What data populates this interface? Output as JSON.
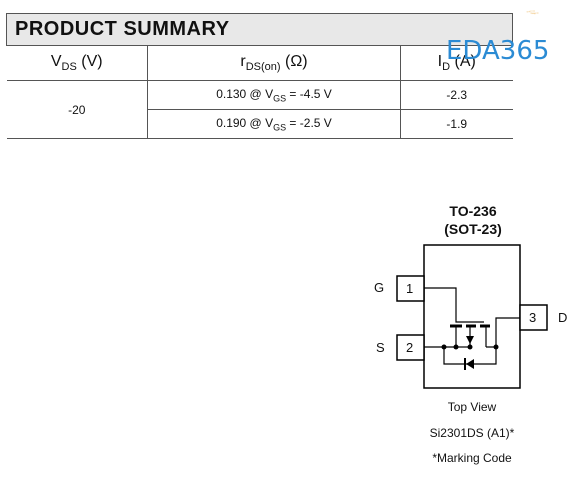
{
  "summary": {
    "title": "PRODUCT SUMMARY",
    "headers": {
      "vds_main": "V",
      "vds_sub": "DS",
      "vds_unit": " (V)",
      "rds_main": "r",
      "rds_sub": "DS(on)",
      "rds_unit": " (Ω)",
      "id_main": "I",
      "id_sub": "D",
      "id_unit": " (A)"
    },
    "vds_value": "-20",
    "rows": [
      {
        "r_pre": "0.130 @ V",
        "r_sub": "GS",
        "r_post": " = -4.5  V",
        "id": "-2.3"
      },
      {
        "r_pre": "0.190 @ V",
        "r_sub": "GS",
        "r_post": " = -2.5  V",
        "id": "-1.9"
      }
    ]
  },
  "watermark": {
    "text": "EDA365",
    "color": "#2b8bd4"
  },
  "package": {
    "title_line1": "TO-236",
    "title_line2": "(SOT-23)",
    "pins": {
      "g_label": "G",
      "s_label": "S",
      "d_label": "D",
      "pin1": "1",
      "pin2": "2",
      "pin3": "3"
    },
    "view_label": "Top View",
    "part_marking": "Si2301DS (A1)*",
    "marking_note": "*Marking Code"
  }
}
